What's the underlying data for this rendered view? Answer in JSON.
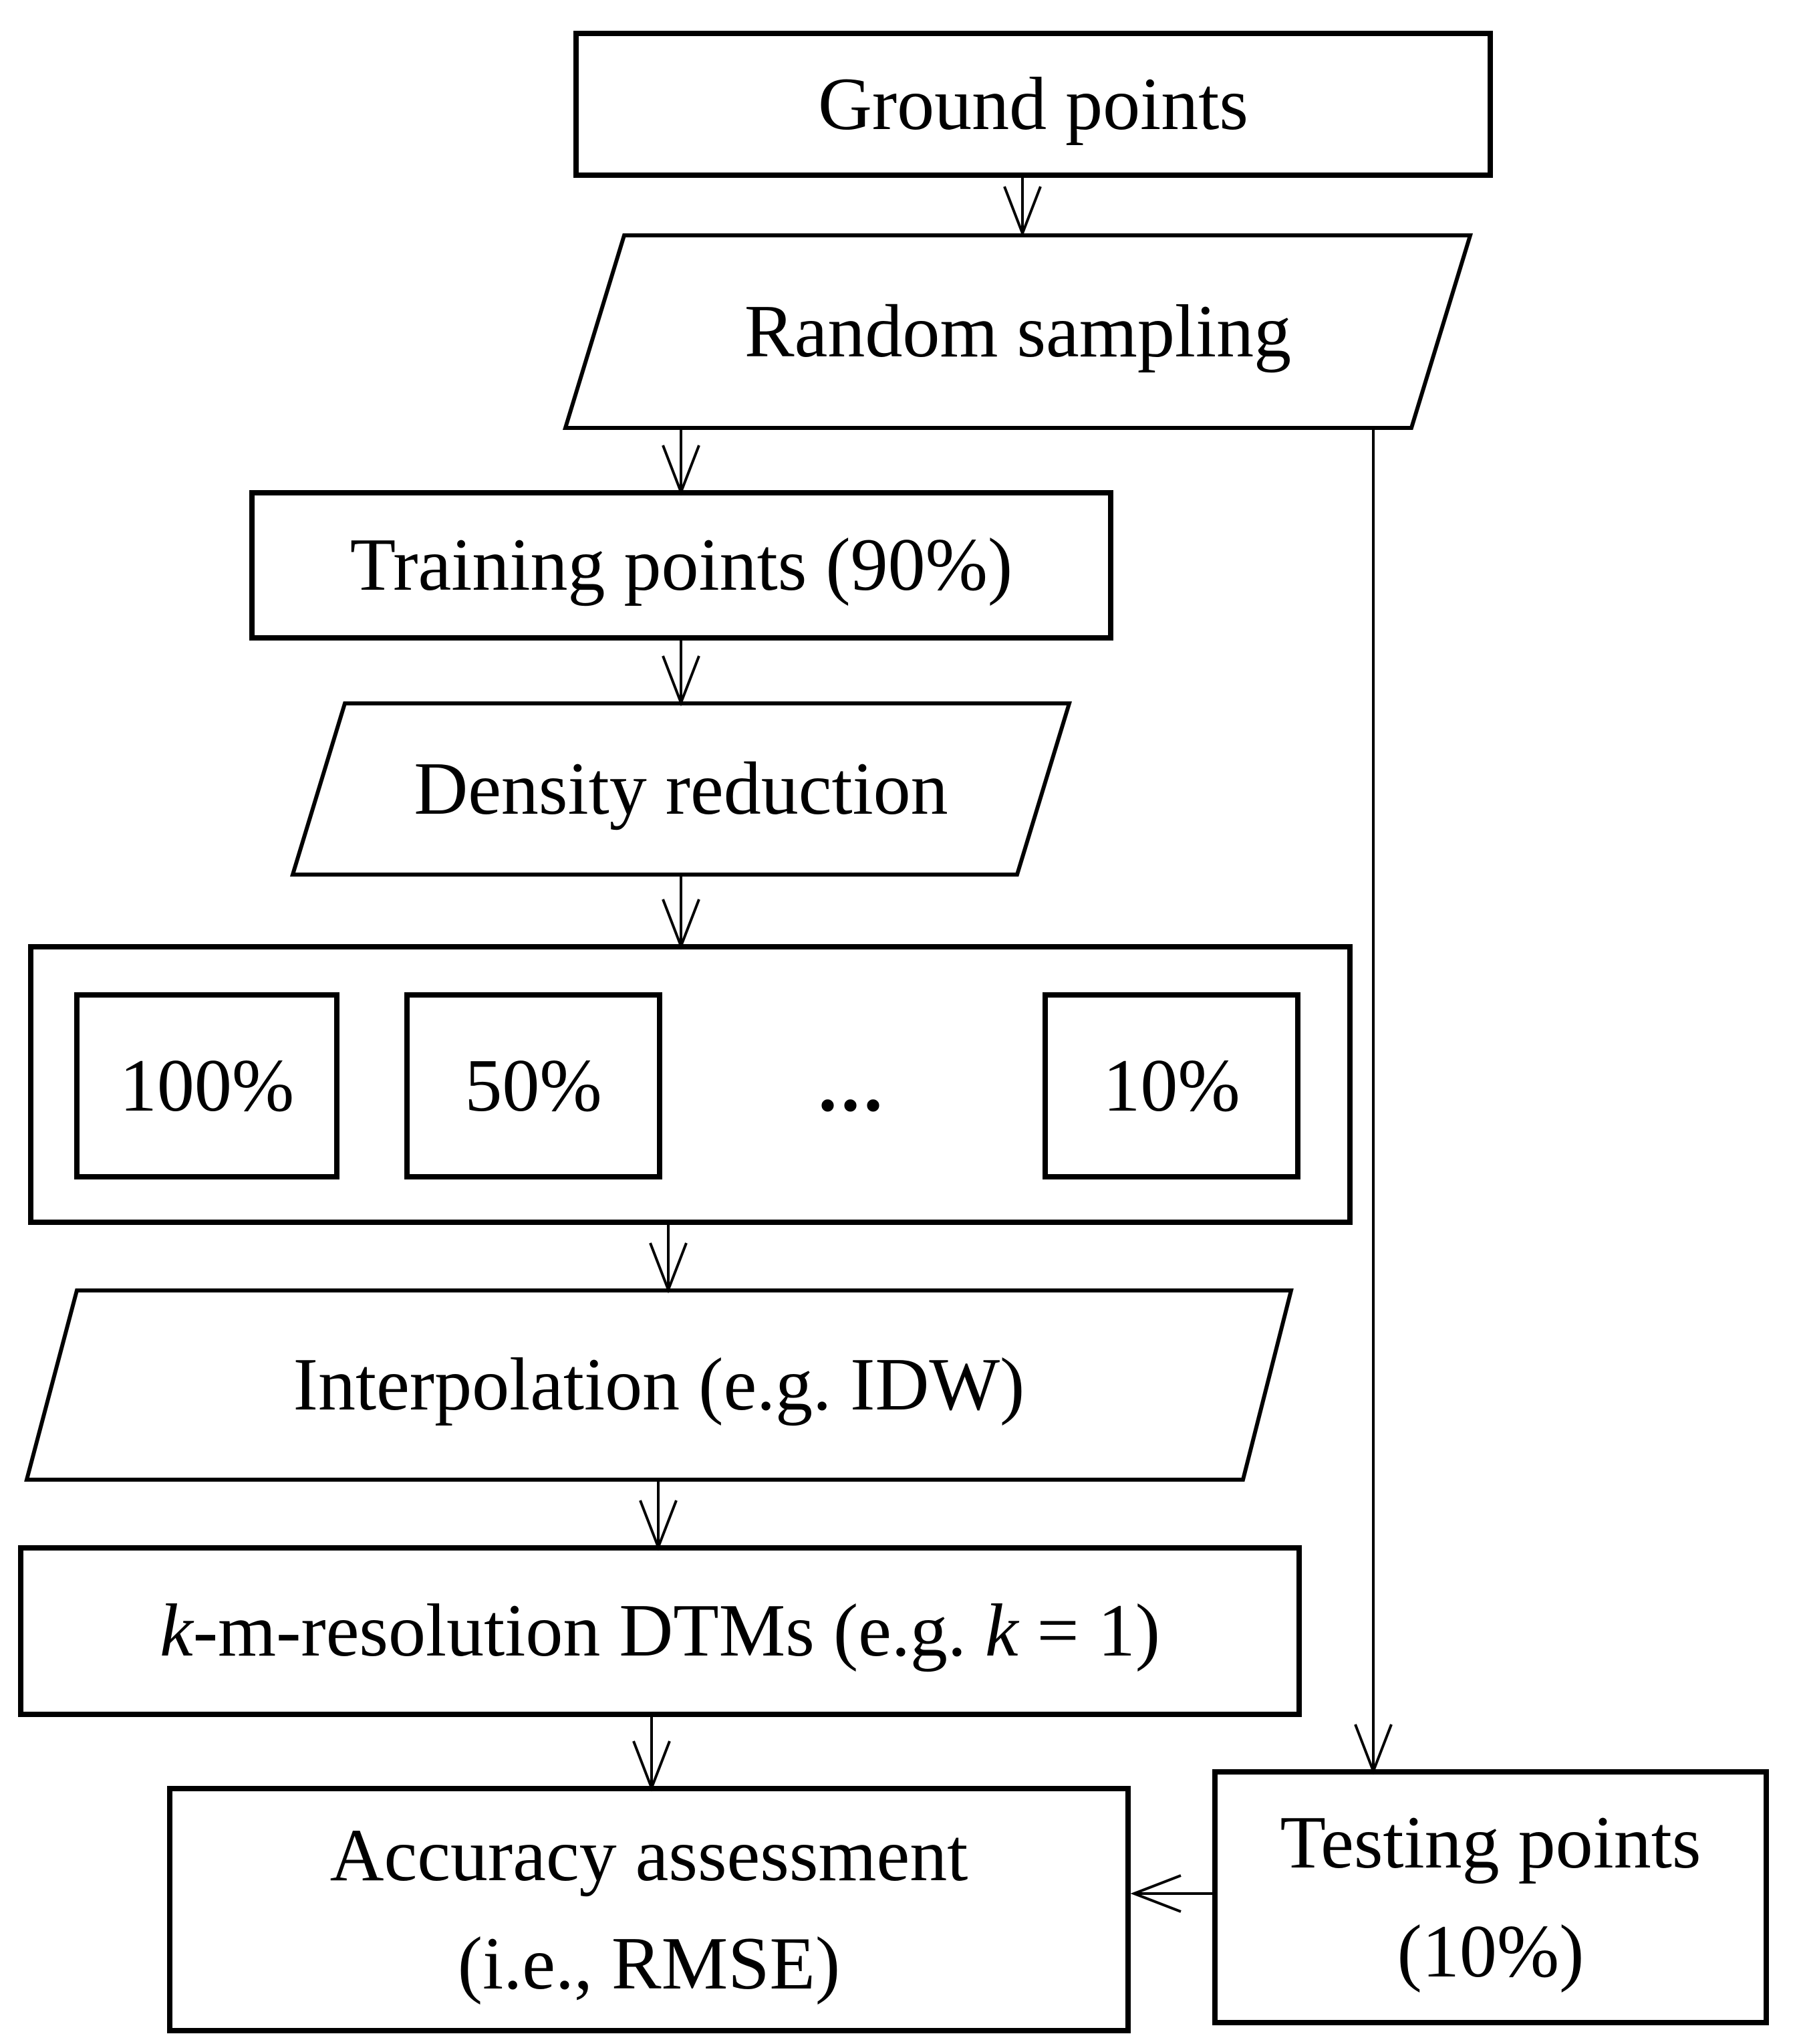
{
  "diagram": {
    "description": "Flowchart of DTM accuracy assessment workflow",
    "colors": {
      "background": "#ffffff",
      "stroke": "#000000",
      "text": "#000000"
    },
    "nodes": {
      "ground_points": "Ground points",
      "random_sampling": "Random sampling",
      "training_points": "Training points (90%)",
      "density_reduction": "Density reduction",
      "density_levels": [
        "100%",
        "50%",
        "...",
        "10%"
      ],
      "interpolation": "Interpolation (e.g. IDW)",
      "dtm": {
        "k_italic_1": "k",
        "segment_1": "-m-resolution DTMs (e.g. ",
        "k_italic_2": "k",
        "segment_2": " = 1)"
      },
      "accuracy_assessment": {
        "line1": "Accuracy assessment",
        "line2": "(i.e., RMSE)"
      },
      "testing_points": {
        "line1": "Testing points",
        "line2": "(10%)"
      }
    }
  }
}
